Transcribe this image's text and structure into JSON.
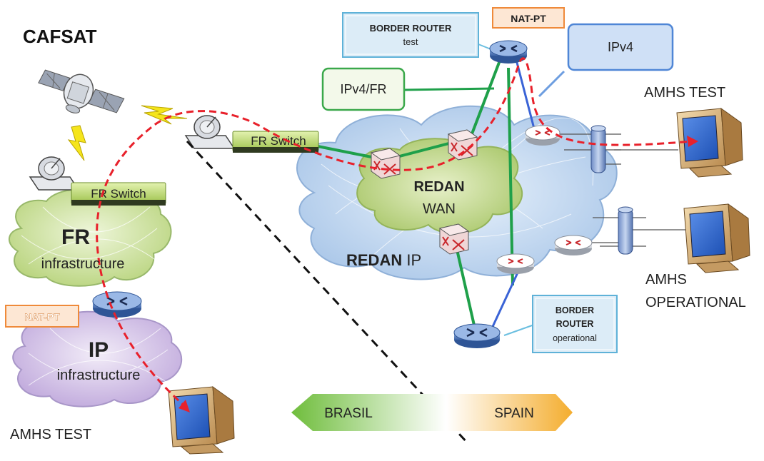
{
  "labels": {
    "cafsat": "CAFSAT",
    "fr_switch_left": "FR Switch",
    "fr_switch_right": "FR Switch",
    "fr_title": "FR",
    "fr_sub": "infrastructure",
    "ip_title": "IP",
    "ip_sub": "infrastructure",
    "nat_pt_left": "NAT-PT",
    "nat_pt_top": "NAT-PT",
    "amhs_test_bottom": "AMHS TEST",
    "amhs_test_right": "AMHS TEST",
    "amhs_operational_1": "AMHS",
    "amhs_operational_2": "OPERATIONAL",
    "border_router_test_1": "BORDER ROUTER",
    "border_router_test_2": "test",
    "border_router_op_1": "BORDER",
    "border_router_op_2": "ROUTER",
    "border_router_op_3": "operational",
    "ipv4_fr": "IPv4/FR",
    "ipv4": "IPv4",
    "redan_wan_1": "REDAN",
    "redan_wan_2": "WAN",
    "redan_ip_bold": "REDAN",
    "redan_ip_rest": " IP",
    "brasil": "BRASIL",
    "spain": "SPAIN"
  },
  "colors": {
    "test_path": "#e8212b",
    "green_link": "#1fa04a",
    "blue_link": "#3a63d6",
    "fr_cloud": "#cfe3a6",
    "ip_cloud": "#d8c9ea",
    "redan_cloud": "#c9dcf2",
    "wan_cloud": "#c8dd98",
    "nat_border": "#ef8a3a",
    "callout_fill": "#dcecf7",
    "brasil_arrow": "#7cc24a",
    "spain_arrow": "#f6b33a"
  },
  "icons": [
    "satellite-icon",
    "satellite-dish-icon",
    "router-icon",
    "switch-icon",
    "computer-monitor-icon",
    "server-tower-icon"
  ]
}
